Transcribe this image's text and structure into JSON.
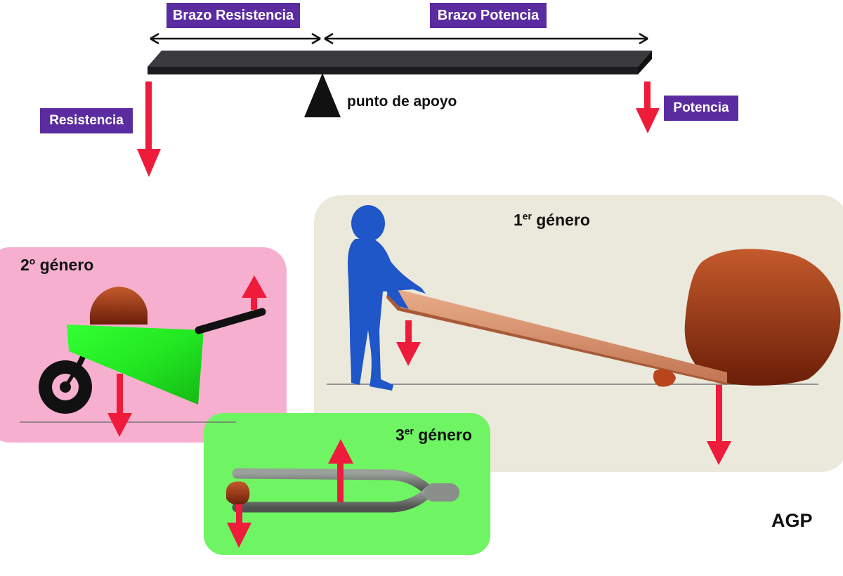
{
  "labels": {
    "brazo_resistencia": "Brazo Resistencia",
    "brazo_potencia": "Brazo Potencia",
    "resistencia": "Resistencia",
    "potencia": "Potencia",
    "punto_de_apoyo": "punto de apoyo",
    "first_num": "1",
    "first_sup": "er",
    "second_num": "2",
    "second_sup": "o",
    "third_num": "3",
    "third_sup": "er",
    "genero": " género",
    "credit": "AGP"
  },
  "colors": {
    "label_bg": "#5b2c9f",
    "arrow": "#ee1c3a",
    "panel_first": "#ebe8dc",
    "panel_second": "#f7afd0",
    "panel_third": "#6ff463",
    "person": "#1f56c8",
    "rock": "#9a3a14",
    "plank": "#d99570",
    "wheelbarrow": "#22ee22",
    "lever_bar": "#1b1b1f"
  }
}
